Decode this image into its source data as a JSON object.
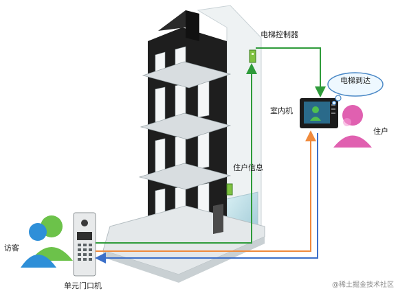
{
  "labels": {
    "elevator_controller": "电梯控制器",
    "indoor_unit": "室内机",
    "resident_info": "住户信息",
    "resident": "住户",
    "visitor": "访客",
    "unit_door_station": "单元门口机",
    "speech_bubble": "电梯到达"
  },
  "watermark": "@稀土掘金技术社区",
  "colors": {
    "green_line": "#2e9b3a",
    "orange_line": "#f08a3c",
    "blue_line": "#3b6fc9",
    "building_dark": "#1e1e1e",
    "building_light": "#e9eef0"
  },
  "icons": [
    "visitor-person-icon",
    "resident-person-icon",
    "elevator-controller-icon",
    "indoor-monitor-icon",
    "door-station-icon",
    "speech-bubble-icon"
  ]
}
